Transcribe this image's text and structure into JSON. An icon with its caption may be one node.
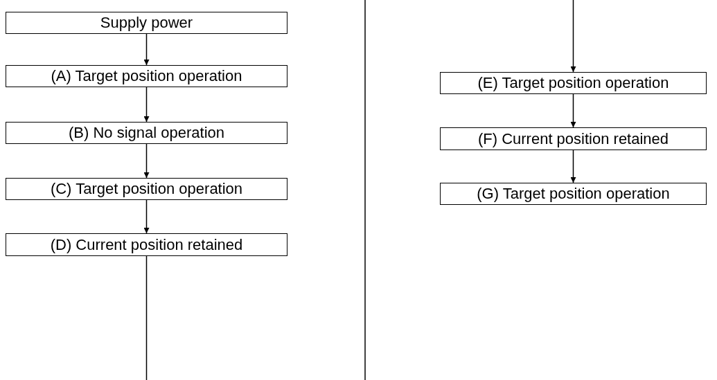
{
  "diagram": {
    "nodes": [
      {
        "text": [
          "Supply power"
        ]
      },
      {
        "text": [
          "(A) Target position operation"
        ]
      },
      {
        "text": [
          "(B) No signal operation"
        ]
      },
      {
        "text": [
          "(C) Target position operation"
        ]
      },
      {
        "text": [
          "(D) Current position retained"
        ]
      },
      {
        "text": [
          "(E) Target position operation"
        ]
      },
      {
        "text": [
          "(F) Current position retained"
        ]
      },
      {
        "text": [
          "(G) Target position operation"
        ]
      }
    ],
    "edges": [
      {
        "from": 0,
        "to": 1,
        "arrow": "to"
      },
      {
        "from": 1,
        "to": 2,
        "arrow": "to"
      },
      {
        "from": 2,
        "to": 3,
        "arrow": "to"
      },
      {
        "from": 3,
        "to": 4,
        "arrow": "to"
      },
      {
        "from": 4,
        "to": null,
        "arrow": "none"
      },
      {
        "from": null,
        "to": 5,
        "arrow": "to"
      },
      {
        "from": 5,
        "to": 6,
        "arrow": "to"
      },
      {
        "from": 6,
        "to": 7,
        "arrow": "to"
      }
    ]
  }
}
